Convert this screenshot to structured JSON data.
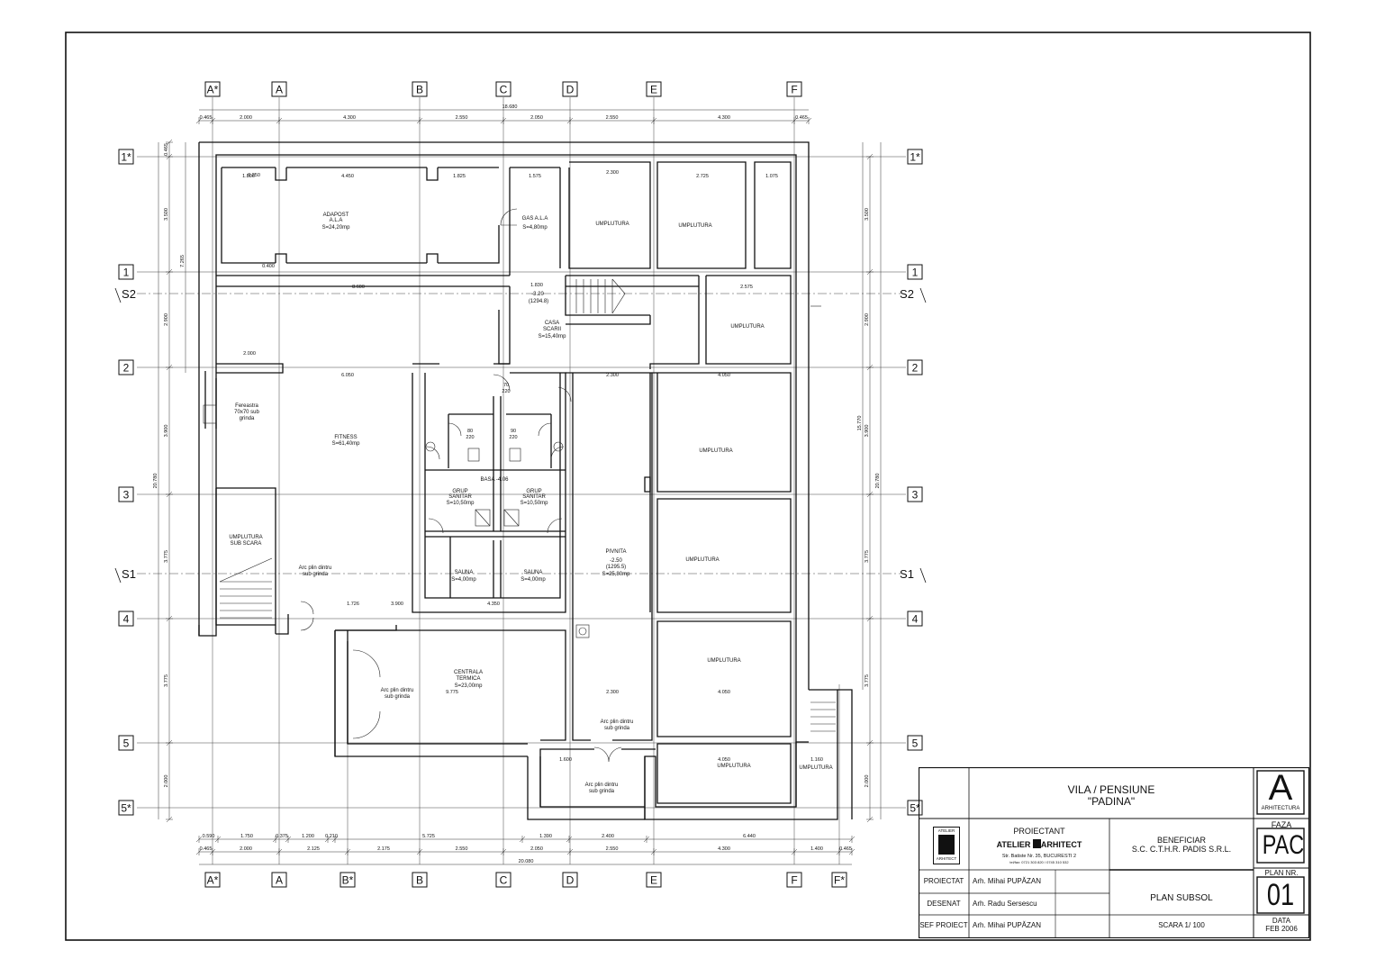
{
  "grid": {
    "cols_top": [
      "A*",
      "A",
      "B",
      "C",
      "D",
      "E",
      "F"
    ],
    "cols_bottom": [
      "A*",
      "A",
      "B*",
      "B",
      "C",
      "D",
      "E",
      "F",
      "F*"
    ],
    "rows": [
      "1*",
      "1",
      "2",
      "3",
      "4",
      "5",
      "5*"
    ],
    "sections": [
      "S2",
      "S1"
    ]
  },
  "dims": {
    "top_total": "18.680",
    "top_chain": [
      "0.465",
      "2.000",
      "4.300",
      "2.550",
      "2.050",
      "2.550",
      "4.300",
      "0.465"
    ],
    "bottom_chain1": [
      "0.590",
      "1.750",
      "0.375",
      "1.200",
      "0.210",
      "5.725",
      "1.390",
      "2.400",
      "6.440"
    ],
    "bottom_chain2": [
      "0.465",
      "2.000",
      "2.125",
      "2.175",
      "2.550",
      "2.050",
      "2.550",
      "4.300",
      "1.400",
      "0.465"
    ],
    "bottom_total": "20.080",
    "left_chain": [
      "0.465",
      "3.500",
      "2.900",
      "3.900",
      "3.775",
      "3.775",
      "2.000"
    ],
    "left_total": "20.780",
    "right_chain": [
      "3.500",
      "2.900",
      "3.900",
      "3.775",
      "3.775",
      "2.000"
    ],
    "right_total": "20.780",
    "right_sub": "15.770",
    "left_sub": "7.265",
    "inner": [
      "1.800",
      "4.450",
      "1.825",
      "1.575",
      "2.300",
      "2.725",
      "1.075",
      "8.600",
      "1.830",
      "2.575",
      "6.050",
      "2.300",
      "4.050",
      "2.000",
      "1.726",
      "3.900",
      "4.350",
      "2.300",
      "4.050",
      "1.600",
      "4.050",
      "1.160",
      "9.775",
      "0.250",
      "0.400"
    ]
  },
  "rooms": {
    "adapost": {
      "name": "ADAPOST",
      "sub": "A.L.A",
      "area": "S=24,20mp"
    },
    "gas": {
      "name": "GAS A.L.A",
      "area": "S=4,80mp"
    },
    "casa": {
      "name": "CASA",
      "sub": "SCARII",
      "area": "S=15,40mp"
    },
    "fitness": {
      "name": "FITNESS",
      "area": "S=61,40mp"
    },
    "fereastra": {
      "l1": "Fereastra",
      "l2": "70x70 sub",
      "l3": "grinda"
    },
    "basa": {
      "name": "BASA -4.06"
    },
    "grup1": {
      "name": "GRUP",
      "sub": "SANITAR",
      "area": "S=10,50mp"
    },
    "grup2": {
      "name": "GRUP",
      "sub": "SANITAR",
      "area": "S=10,50mp"
    },
    "sauna1": {
      "name": "SAUNA",
      "area": "S=4,00mp"
    },
    "sauna2": {
      "name": "SAUNA",
      "area": "S=4,00mp"
    },
    "pivnita": {
      "name": "PIVNITA",
      "level": "-2.50",
      "elev": "(1295.5)",
      "area": "S=25,80mp"
    },
    "centrala": {
      "name": "CENTRALA",
      "sub": "TERMICA",
      "area": "S=23,00mp"
    },
    "umplutura": "UMPLUTURA",
    "sub_scara": "SUB SCARA",
    "arc": {
      "l1": "Arc plin dintru",
      "l2": "sub grinda"
    },
    "stair_level": {
      "l1": "-3.20",
      "l2": "(1294.8)"
    },
    "doors": [
      "70",
      "220",
      "80",
      "220",
      "90",
      "220"
    ]
  },
  "titleblock": {
    "project": {
      "l1": "VILA / PENSIUNE",
      "l2": "\"PADINA\""
    },
    "logo_letter": "A",
    "logo_caption": "ARHITECTURA",
    "faza_label": "FAZA",
    "faza_value": "PAC",
    "designer_label": "PROIECTANT",
    "designer_name": "ATELIER",
    "designer_suffix": "ARHITECT",
    "designer_address": "Str. Batiste Nr. 35, BUCURESTI 2",
    "designer_contact": "tel/fax: 0721 303 820 / 0745 310 532",
    "logo_small_1": "ATELIER",
    "logo_small_2": "ARHITECT",
    "beneficiar_label": "BENEFICIAR",
    "beneficiar_name": "S.C. C.T.H.R. PADIS S.R.L.",
    "plan_nr_label": "PLAN NR.",
    "plan_nr_value": "01",
    "rows": [
      {
        "role": "PROIECTAT",
        "name": "Arh. Mihai PUPĂZAN"
      },
      {
        "role": "DESENAT",
        "name": "Arh. Radu Sersescu"
      },
      {
        "role": "SEF PROIECT",
        "name": "Arh. Mihai PUPĂZAN"
      }
    ],
    "plan_title": "PLAN SUBSOL",
    "scale": "SCARA 1/ 100",
    "data_label": "DATA",
    "data_value": "FEB 2006"
  }
}
